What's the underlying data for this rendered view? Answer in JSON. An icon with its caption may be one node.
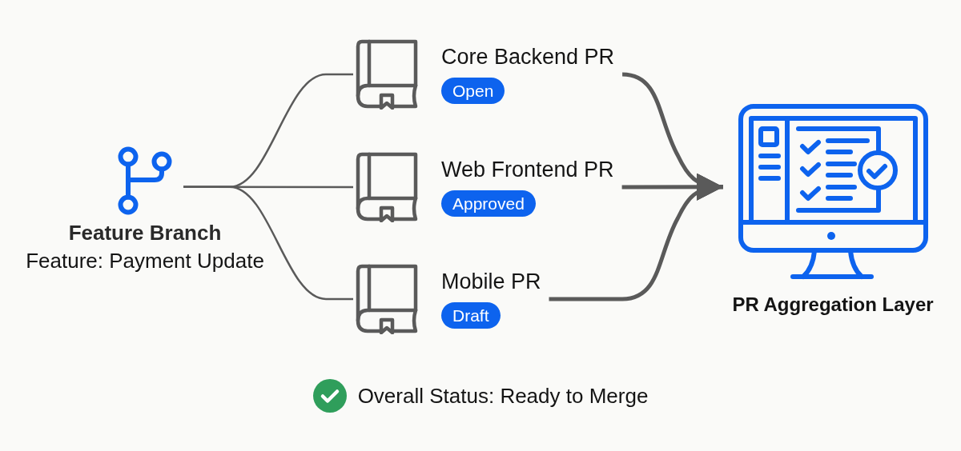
{
  "diagram": {
    "nodes": [
      {
        "text": [
          "Feature Branch",
          "Feature: Payment Update"
        ]
      },
      {
        "text": [
          "Core Backend PR",
          "Open"
        ]
      },
      {
        "text": [
          "Web Frontend PR",
          "Approved"
        ]
      },
      {
        "text": [
          "Mobile PR",
          "Draft"
        ]
      },
      {
        "text": [
          "PR Aggregation Layer"
        ]
      }
    ],
    "edges": [
      {
        "from": 0,
        "to": 1,
        "arrow": "none"
      },
      {
        "from": 0,
        "to": 2,
        "arrow": "none"
      },
      {
        "from": 0,
        "to": 3,
        "arrow": "none"
      },
      {
        "from": 1,
        "to": 4,
        "arrow": "to",
        "style": "thick"
      },
      {
        "from": 2,
        "to": 4,
        "arrow": "to",
        "style": "thick"
      },
      {
        "from": 3,
        "to": 4,
        "arrow": "to",
        "style": "thick"
      }
    ],
    "labels": [
      "Overall Status: Ready to Merge"
    ]
  }
}
